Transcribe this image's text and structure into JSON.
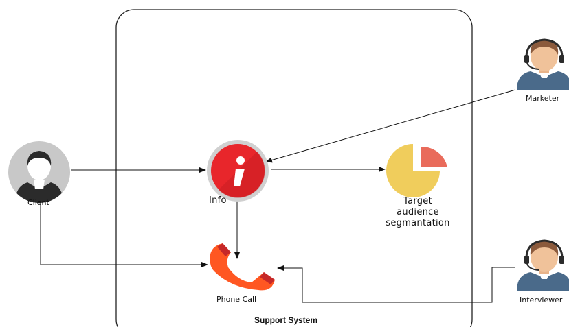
{
  "diagram": {
    "container_label": "Support System",
    "nodes": {
      "client": {
        "label": "Client",
        "icon": "person-icon"
      },
      "marketer": {
        "label": "Marketer",
        "icon": "headset-agent-icon"
      },
      "interviewer": {
        "label": "Interviewer",
        "icon": "headset-agent-icon"
      },
      "info": {
        "label": "Info",
        "icon": "info-icon"
      },
      "segmentation": {
        "label_lines": [
          "Target",
          "audience",
          "segmantation"
        ],
        "icon": "pie-chart-icon"
      },
      "phone_call": {
        "label": "Phone Call",
        "icon": "phone-icon"
      }
    },
    "edges": [
      {
        "from": "client",
        "to": "info"
      },
      {
        "from": "marketer",
        "to": "info"
      },
      {
        "from": "info",
        "to": "segmentation"
      },
      {
        "from": "info",
        "to": "phone_call"
      },
      {
        "from": "client",
        "to": "phone_call"
      },
      {
        "from": "interviewer",
        "to": "phone_call"
      }
    ],
    "colors": {
      "info_red": "#e8262b",
      "pie_yellow": "#f0cd5c",
      "pie_red": "#e96b5b",
      "phone_orange": "#ff5722",
      "agent_shirt": "#4a6a8a",
      "agent_skin": "#f0c29a",
      "agent_hair": "#8b5a3c",
      "client_gray": "#c8c8c8"
    }
  }
}
